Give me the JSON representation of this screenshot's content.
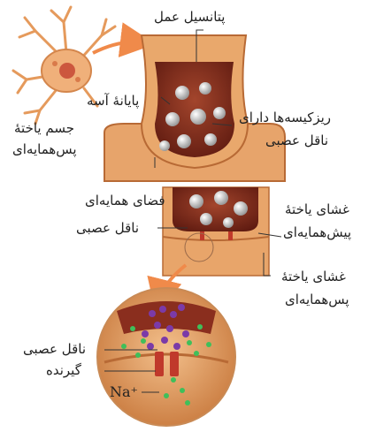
{
  "labels": {
    "action_potential": "پتانسیل عمل",
    "axon_terminal": "پایانهٔ آسه",
    "vesicles_line1": "ریزکیسه‌ها دارای",
    "vesicles_line2": "ناقل عصبی",
    "cell_body_line1": "جسم یاختهٔ",
    "cell_body_line2": "پس‌همایه‌ای",
    "synaptic_cleft": "فضای همایه‌ای",
    "presynaptic_membrane_line1": "غشای یاختهٔ",
    "presynaptic_membrane_line2": "پیش‌همایه‌ای",
    "neurotransmitter_mid": "ناقل عصبی",
    "postsynaptic_membrane_line1": "غشای یاختهٔ",
    "postsynaptic_membrane_line2": "پس‌همایه‌ای",
    "neurotransmitter_bottom": "ناقل عصبی",
    "receptor": "گیرنده",
    "sodium_ion": "Na⁺"
  },
  "colors": {
    "tissue": "#e0a36a",
    "tissue_dark": "#b86a35",
    "terminal_inside": "#8a2e1e",
    "vesicle": "#cfcfcf",
    "cell_body": "#f0b07a",
    "arrow": "#f08a4a",
    "neurotransmitter_purple": "#7b3aa8",
    "sodium_green": "#3fbf5a",
    "receptor_red": "#c0392b",
    "leader_line": "#333333"
  }
}
